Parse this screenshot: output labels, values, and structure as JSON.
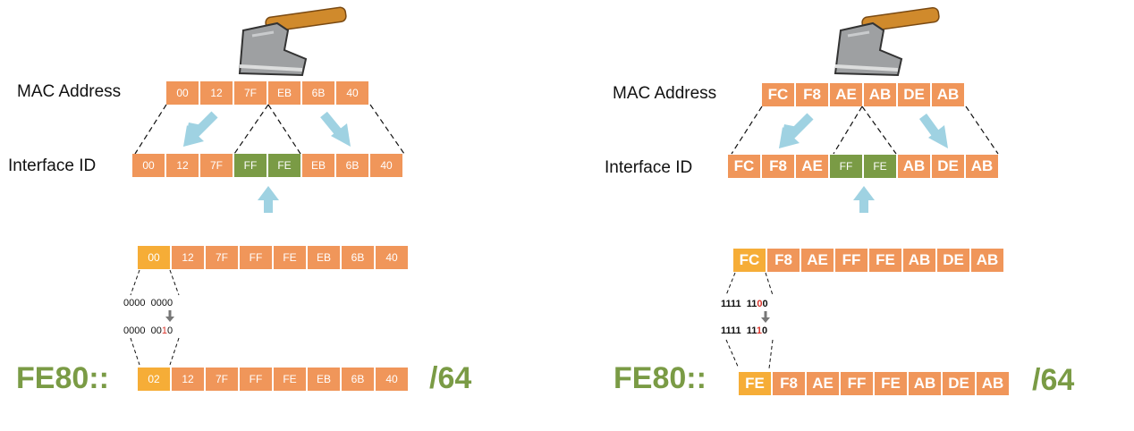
{
  "left": {
    "mac_label": "MAC Address",
    "iid_label": "Interface ID",
    "mac": [
      "00",
      "12",
      "7F",
      "EB",
      "6B",
      "40"
    ],
    "iid": [
      "00",
      "12",
      "7F",
      "FF",
      "FE",
      "EB",
      "6B",
      "40"
    ],
    "intermediate": [
      "00",
      "12",
      "7F",
      "FF",
      "FE",
      "EB",
      "6B",
      "40"
    ],
    "bin_top": [
      "0000",
      "0000"
    ],
    "bin_bottom_a": "0000",
    "bin_bottom_b": [
      "00",
      "1",
      "0"
    ],
    "final": [
      "02",
      "12",
      "7F",
      "FF",
      "FE",
      "EB",
      "6B",
      "40"
    ],
    "prefix": "FE80::",
    "suffix": "/64"
  },
  "right": {
    "mac_label": "MAC Address",
    "iid_label": "Interface ID",
    "mac": [
      "FC",
      "F8",
      "AE",
      "AB",
      "DE",
      "AB"
    ],
    "iid": [
      "FC",
      "F8",
      "AE",
      "FF",
      "FE",
      "AB",
      "DE",
      "AB"
    ],
    "intermediate": [
      "FC",
      "F8",
      "AE",
      "FF",
      "FE",
      "AB",
      "DE",
      "AB"
    ],
    "bin_top_a": "1111",
    "bin_top_b": [
      "11",
      "0",
      "0"
    ],
    "bin_bottom_a": "1111",
    "bin_bottom_b": [
      "11",
      "1",
      "0"
    ],
    "final": [
      "FE",
      "F8",
      "AE",
      "FF",
      "FE",
      "AB",
      "DE",
      "AB"
    ],
    "prefix": "FE80::",
    "suffix": "/64"
  },
  "colors": {
    "byte_orange": "#f0965a",
    "byte_green": "#7a9b45",
    "byte_yellow": "#f6ad37",
    "arrow_blue": "#9fd2e2",
    "prefix_green": "#7a9b45",
    "flip_red": "#d9342b"
  },
  "icons": [
    "axe-icon",
    "arrow-down-left-icon",
    "arrow-down-right-icon",
    "arrow-up-icon",
    "small-arrow-down-icon"
  ]
}
